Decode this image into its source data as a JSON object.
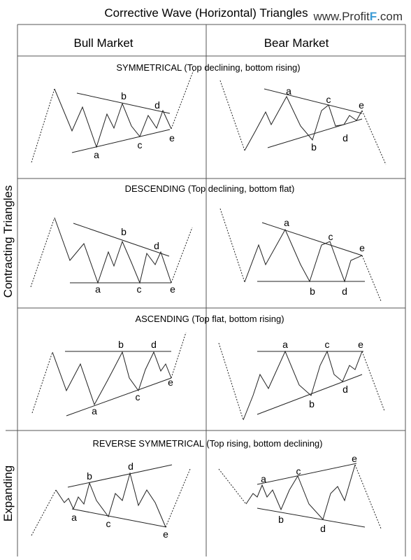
{
  "title": "Corrective Wave (Horizontal) Triangles",
  "watermark": {
    "prefix": "www.Profit",
    "accent": "F",
    "suffix": ".com",
    "accent_color": "#3a9bd6",
    "text_color": "#333333"
  },
  "columns": {
    "bull": "Bull Market",
    "bear": "Bear Market"
  },
  "side_labels": {
    "contracting": "Contracting Triangles",
    "expanding": "Expanding"
  },
  "sections": [
    {
      "id": "symmetrical",
      "heading": "SYMMETRICAL (Top declining, bottom rising)",
      "wave_labels": [
        "a",
        "b",
        "c",
        "d",
        "e"
      ]
    },
    {
      "id": "descending",
      "heading": "DESCENDING (Top declining, bottom flat)",
      "wave_labels": [
        "a",
        "b",
        "c",
        "d",
        "e"
      ]
    },
    {
      "id": "ascending",
      "heading": "ASCENDING (Top flat, bottom rising)",
      "wave_labels": [
        "a",
        "b",
        "c",
        "d",
        "e"
      ]
    },
    {
      "id": "reverse-symmetrical",
      "heading": "REVERSE SYMMETRICAL  (Top rising, bottom declining)",
      "wave_labels": [
        "a",
        "b",
        "c",
        "d",
        "e"
      ]
    }
  ]
}
